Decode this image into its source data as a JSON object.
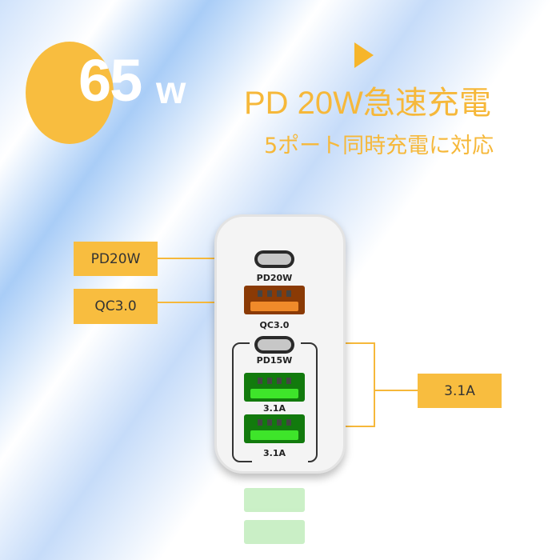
{
  "badge": {
    "number": "65",
    "unit": "w"
  },
  "headline": {
    "title": "PD 20W急速充電",
    "subtitle": "5ポート同時充電に対応"
  },
  "ports": [
    {
      "type": "usb-c",
      "label": "PD20W"
    },
    {
      "type": "usb-a",
      "label": "QC3.0",
      "color": "#e0741c"
    },
    {
      "type": "usb-c",
      "label": "PD15W"
    },
    {
      "type": "usb-a",
      "label": "3.1A",
      "color": "#2fc21f"
    },
    {
      "type": "usb-a",
      "label": "3.1A",
      "color": "#2fc21f"
    }
  ],
  "callouts": {
    "pd20w": "PD20W",
    "qc30": "QC3.0",
    "a31": "3.1A"
  },
  "colors": {
    "accent": "#f8bd3f"
  }
}
